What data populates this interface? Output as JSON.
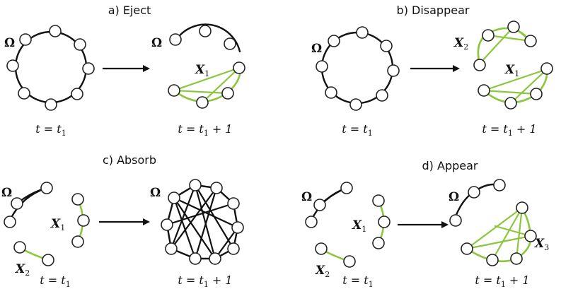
{
  "panels": [
    {
      "caption": "a) Eject",
      "time_left": "t = t",
      "time_left_sub": "1",
      "time_right": "t = t",
      "time_right_sub": "1",
      "time_right_tail": " + 1"
    },
    {
      "caption": "b) Disappear",
      "time_left": "t = t",
      "time_left_sub": "1",
      "time_right": "t = t",
      "time_right_sub": "1",
      "time_right_tail": " + 1"
    },
    {
      "caption": "c) Absorb",
      "time_left": "t = t",
      "time_left_sub": "1",
      "time_right": "t = t",
      "time_right_sub": "1",
      "time_right_tail": " + 1"
    },
    {
      "caption": "d) Appear",
      "time_left": "t = t",
      "time_left_sub": "1",
      "time_right": "t = t",
      "time_right_sub": "1",
      "time_right_tail": " + 1"
    }
  ],
  "labels": {
    "omega": "Ω",
    "x": "X",
    "sub1": "1",
    "sub2": "2",
    "sub3": "3"
  },
  "colors": {
    "community_green": "#8cc63f",
    "community_black": "#111111",
    "node_fill": "#ffffff"
  }
}
